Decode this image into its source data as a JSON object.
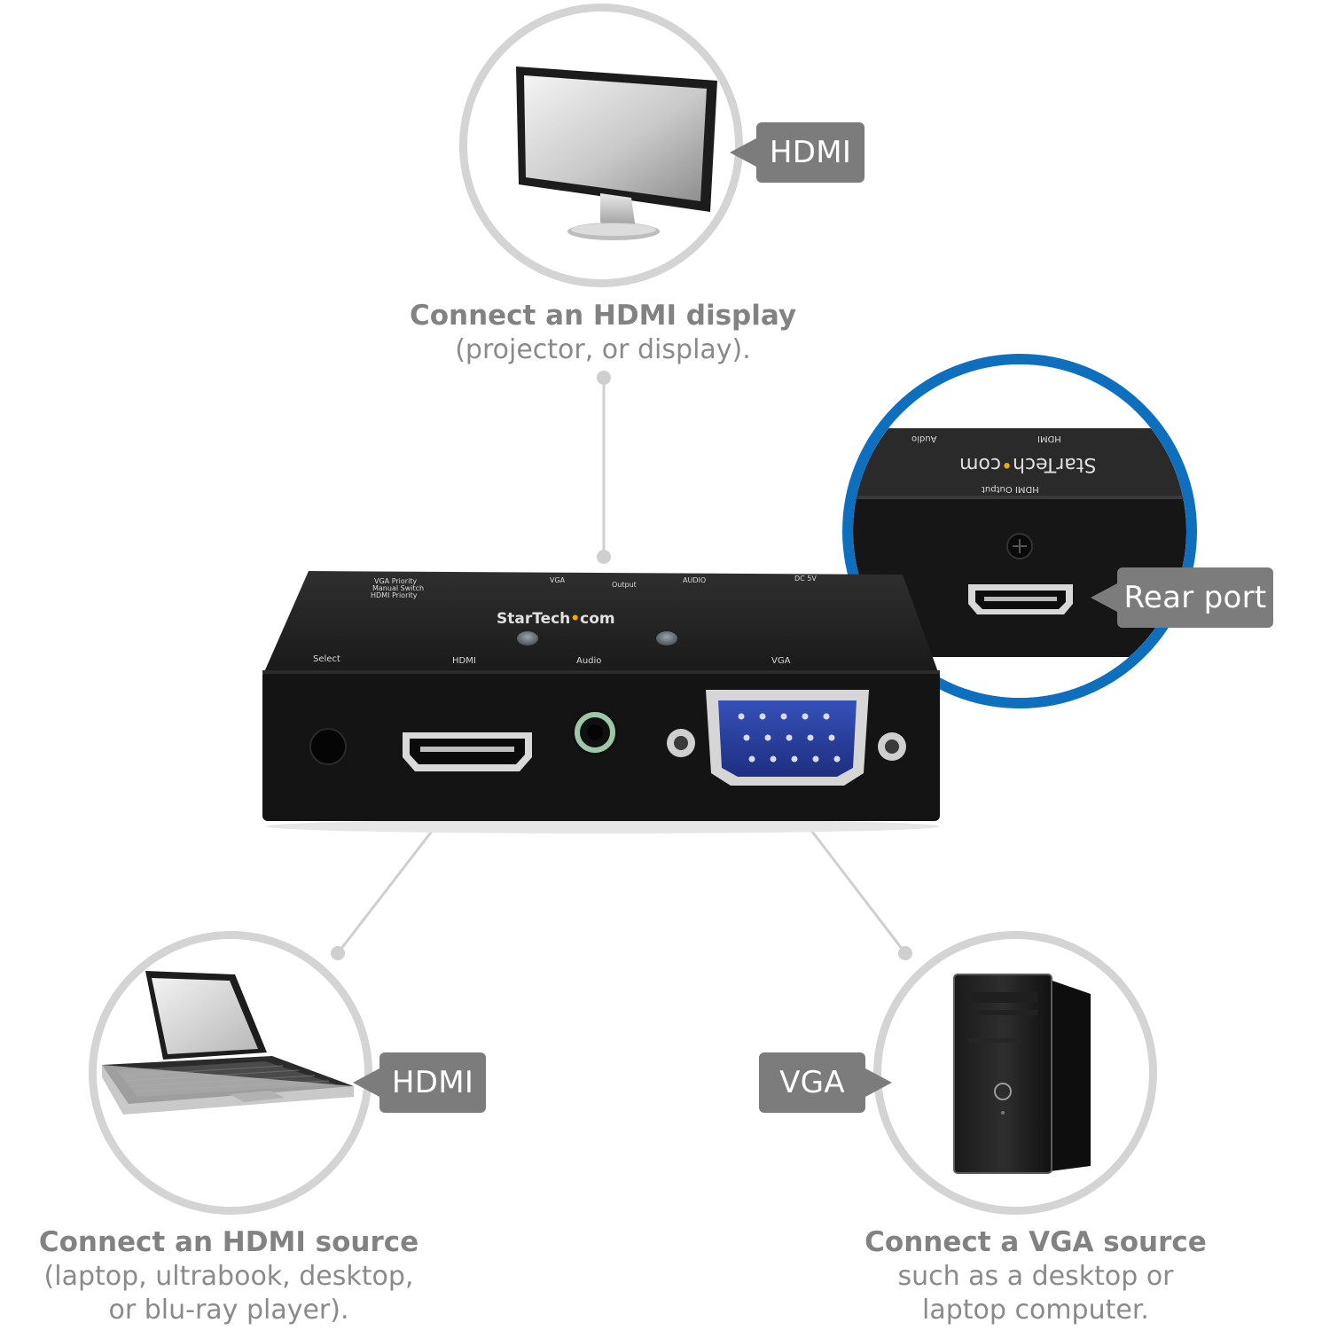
{
  "display": {
    "tag": "HDMI",
    "caption_title": "Connect an HDMI display",
    "caption_detail": "(projector, or display)."
  },
  "rear": {
    "tag": "Rear port",
    "brand_main": "StarTech",
    "brand_dot": "•",
    "brand_suffix": "com",
    "label_hdmi": "HDMI",
    "label_audio": "Audio",
    "label_hdmi_output": "HDMI Output"
  },
  "laptop": {
    "tag": "HDMI",
    "caption_title": "Connect an HDMI source",
    "caption_detail_line1": "(laptop, ultrabook, desktop,",
    "caption_detail_line2": "or blu-ray player)."
  },
  "desktop": {
    "tag": "VGA",
    "caption_title": "Connect a VGA source",
    "caption_detail_line1": "such as a desktop or",
    "caption_detail_line2": "laptop computer."
  },
  "device": {
    "brand_main": "StarTech",
    "brand_dot": "•",
    "brand_suffix": "com",
    "top_labels": {
      "priority_1": "VGA Priority",
      "priority_2": "Manual Switch",
      "priority_3": "HDMI Priority",
      "vga": "VGA",
      "output": "Output",
      "audio": "AUDIO",
      "dc": "DC 5V"
    },
    "front_labels": {
      "select": "Select",
      "hdmi": "HDMI",
      "audio": "Audio",
      "vga": "VGA"
    }
  },
  "colors": {
    "tag_bg": "#7d7c7c",
    "circle_ring": "#d4d4d4",
    "rear_ring": "#0f6fbf",
    "device_body": "#151515",
    "vga_port": "#2b3f9e",
    "brand_dot": "#f2a900"
  }
}
